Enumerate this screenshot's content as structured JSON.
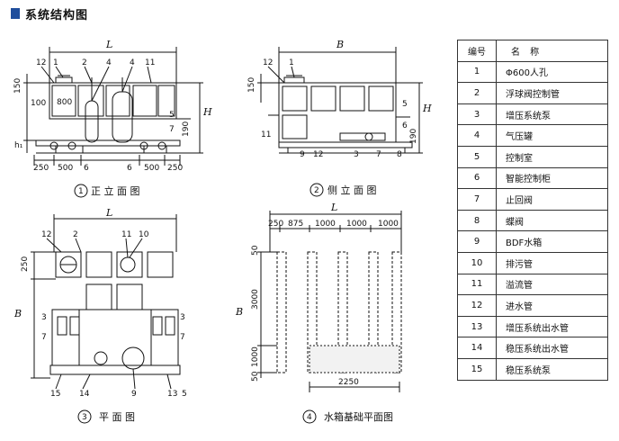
{
  "header": {
    "title": "系统结构图"
  },
  "legend": {
    "col_no": "编号",
    "col_name": "名 称",
    "rows": [
      {
        "no": "1",
        "name": "Φ600人孔"
      },
      {
        "no": "2",
        "name": "浮球阀控制管"
      },
      {
        "no": "3",
        "name": "增压系统泵"
      },
      {
        "no": "4",
        "name": "气压罐"
      },
      {
        "no": "5",
        "name": "控制室"
      },
      {
        "no": "6",
        "name": "智能控制柜"
      },
      {
        "no": "7",
        "name": "止回阀"
      },
      {
        "no": "8",
        "name": "蝶阀"
      },
      {
        "no": "9",
        "name": "BDF水箱"
      },
      {
        "no": "10",
        "name": "排污管"
      },
      {
        "no": "11",
        "name": "溢流管"
      },
      {
        "no": "12",
        "name": "进水管"
      },
      {
        "no": "13",
        "name": "增压系统出水管"
      },
      {
        "no": "14",
        "name": "稳压系统出水管"
      },
      {
        "no": "15",
        "name": "稳压系统泵"
      }
    ]
  },
  "views": {
    "front": {
      "num": "1",
      "caption": "正 立 面 图",
      "L": "L",
      "H": "H",
      "dims_left": [
        "150",
        "100",
        "h₁"
      ],
      "dim_right": "190",
      "dims_bottom": [
        "250",
        "500",
        "500",
        "250"
      ],
      "inner_label": "800",
      "labels": [
        "12",
        "1",
        "2",
        "4",
        "4",
        "11",
        "5",
        "6",
        "6",
        "7"
      ]
    },
    "side": {
      "num": "2",
      "caption": "侧 立 面 图",
      "B": "B",
      "H": "H",
      "dim_left": "150",
      "dim_right": "190",
      "labels": [
        "12",
        "1",
        "11",
        "9",
        "12",
        "3",
        "7",
        "8",
        "5",
        "6"
      ]
    },
    "plan": {
      "num": "3",
      "caption": "平 面 图",
      "L": "L",
      "B": "B",
      "dim_left": "250",
      "labels": [
        "12",
        "2",
        "11",
        "10",
        "3",
        "7",
        "7",
        "3",
        "15",
        "14",
        "9",
        "13",
        "5"
      ]
    },
    "foundation": {
      "num": "4",
      "caption": "水箱基础平面图",
      "L": "L",
      "B": "B",
      "dims_top": [
        "250",
        "875",
        "1000",
        "1000",
        "1000"
      ],
      "dims_left": [
        "50",
        "3000",
        "1000",
        "50"
      ],
      "dim_bottom": "2250"
    }
  }
}
